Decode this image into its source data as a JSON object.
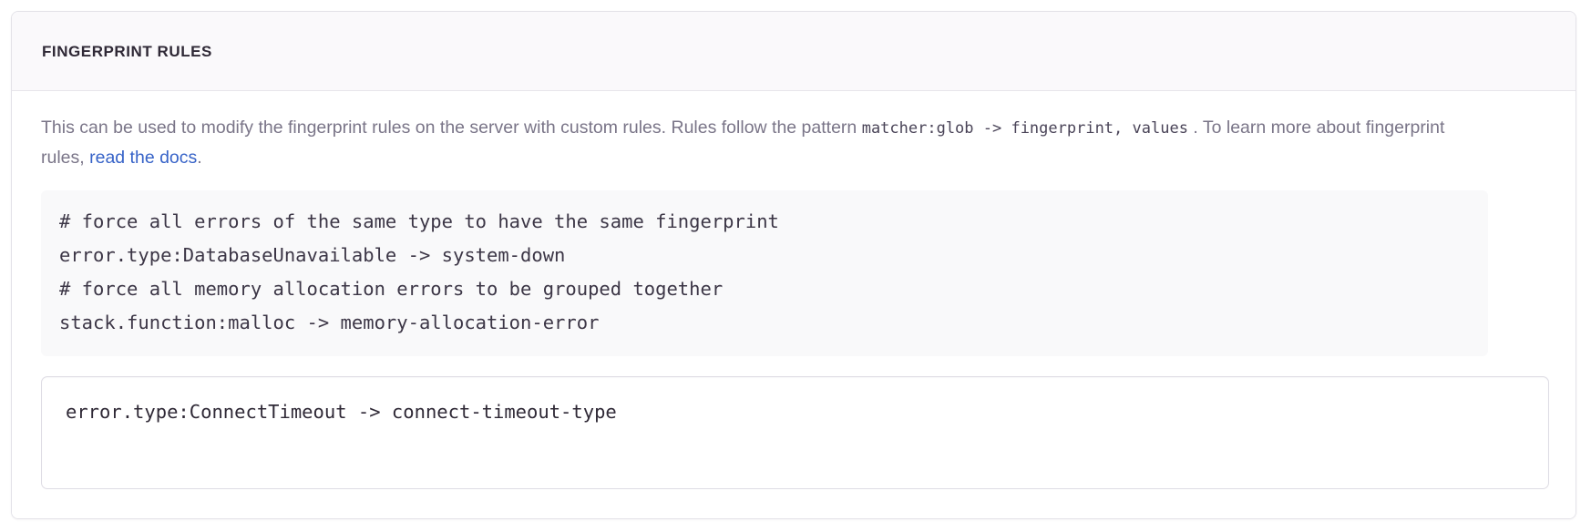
{
  "card": {
    "header_title": "FINGERPRINT RULES",
    "description": {
      "part1": "This can be used to modify the fingerprint rules on the server with custom rules. Rules follow the pattern",
      "code_pattern": "matcher:glob -> fingerprint, values",
      "part2": ". To learn more about fingerprint rules,",
      "link_text": "read the docs",
      "part3": "."
    },
    "example_code": "# force all errors of the same type to have the same fingerprint\nerror.type:DatabaseUnavailable -> system-down\n# force all memory allocation errors to be grouped together\nstack.function:malloc -> memory-allocation-error",
    "editor": {
      "value": "error.type:ConnectTimeout -> connect-timeout-type",
      "placeholder": ""
    }
  },
  "colors": {
    "link": "#3763c8",
    "header_bg": "#faf9fb",
    "code_bg": "#f9f9fa",
    "border": "#e3e2e8",
    "text_muted": "#7a7588",
    "text_strong": "#2f2936"
  }
}
